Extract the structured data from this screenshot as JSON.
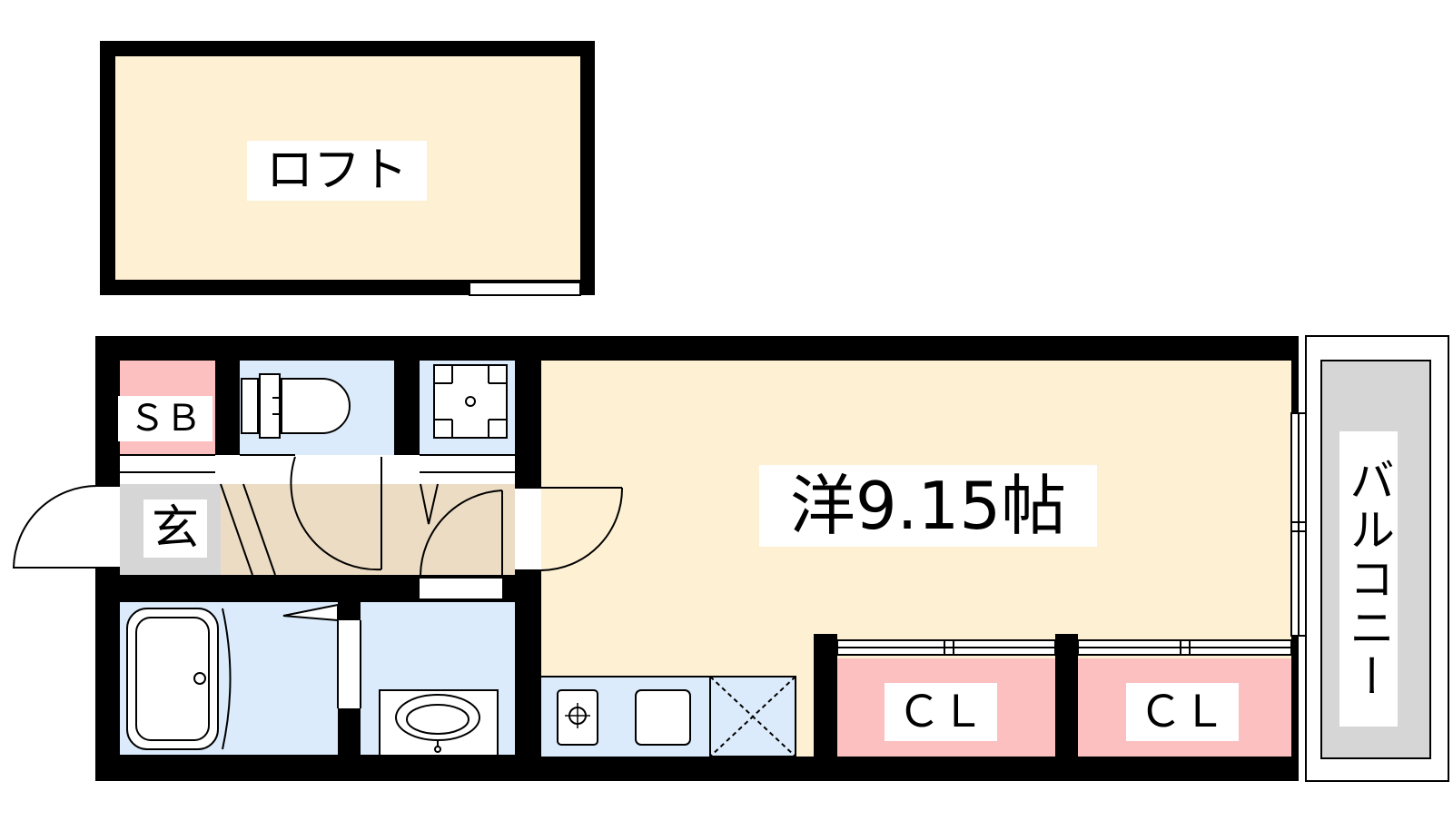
{
  "floorplan": {
    "rooms": {
      "loft": "ロフト",
      "western_room": "洋9.15帖",
      "shoe_box": "ＳＢ",
      "entrance": "玄",
      "closet_1": "ＣＬ",
      "closet_2": "ＣＬ",
      "balcony": "バルコニー"
    },
    "colors": {
      "room_beige": "#fdf0d3",
      "wet_blue": "#dcebfb",
      "closet_pink": "#fcc0c0",
      "entrance_gray": "#d6d6d6",
      "hall_tan": "#ecdcc4",
      "wall_black": "#000000"
    }
  }
}
